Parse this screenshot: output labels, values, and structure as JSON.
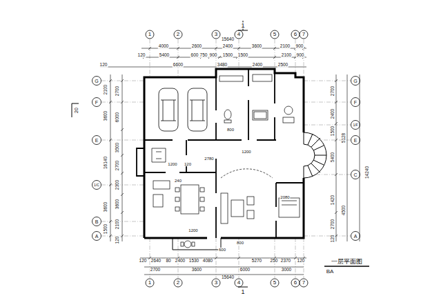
{
  "diagram": {
    "title": "一层平面图",
    "labels": [
      "1",
      "2",
      "3",
      "4",
      "5",
      "6",
      "7",
      "1",
      "2",
      "3",
      "4",
      "5",
      "6",
      "7",
      "1",
      "1",
      "15640",
      "4000",
      "2600",
      "2400",
      "3600",
      "2100",
      "900",
      "120",
      "5400",
      "600",
      "750",
      "900",
      "1500",
      "1500",
      "2100",
      "900",
      "120",
      "6600",
      "3480",
      "2400",
      "2500",
      "120",
      "2640",
      "80",
      "2400",
      "1530",
      "4080",
      "5270",
      "250",
      "2370",
      "120",
      "2700",
      "3600",
      "6000",
      "3000",
      "15640",
      "G",
      "F",
      "E",
      "1/C",
      "B",
      "A",
      "G",
      "F",
      "1/F",
      "E",
      "C",
      "A",
      "2100",
      "3600",
      "16140",
      "3600",
      "1500",
      "2700",
      "6000",
      "3500",
      "2700",
      "2300",
      "3600",
      "2100",
      "120",
      "2700",
      "2400",
      "1500",
      "5400",
      "1420",
      "2700",
      "120",
      "5128",
      "4500",
      "14240",
      "800",
      "1200",
      "2780",
      "1200",
      "120",
      "240",
      "2080",
      "1200",
      "600",
      "800",
      "20",
      "BA"
    ]
  }
}
